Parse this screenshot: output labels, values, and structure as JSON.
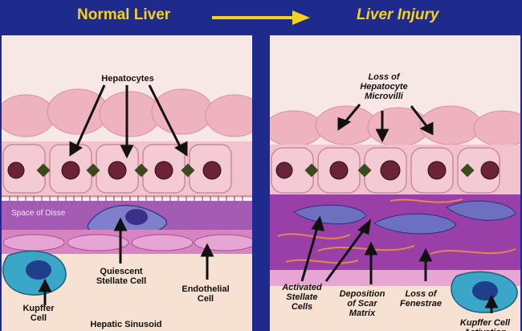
{
  "header": {
    "left_title": "Normal Liver",
    "right_title": "Liver Injury",
    "arrow_color": "#f5d21c",
    "background": "#1e2a8c"
  },
  "left_panel": {
    "hepatocytes": "Hepatocytes",
    "space_of_disse": "Space of Disse",
    "quiescent_stellate": "Quiescent Stellate Cell",
    "endothelial": "Endothelial Cell",
    "kupffer": "Kupffer Cell",
    "sinusoid": "Hepatic Sinusoid"
  },
  "right_panel": {
    "loss_microvilli": "Loss of Hepatocyte Microvilli",
    "activated_stellate": "Activated Stellate Cells",
    "deposition": "Deposition of Scar Matrix",
    "loss_fenestrae": "Loss of Fenestrae",
    "kupffer_activation": "Kupffer Cell Activation"
  },
  "colors": {
    "hepatocyte_pink": "#f2c2cd",
    "nucleus": "#6b2436",
    "matrix_purple": "#9b3fa8",
    "kupffer_blue": "#3aa7c9",
    "stellate_blue": "#6d6fc0"
  }
}
